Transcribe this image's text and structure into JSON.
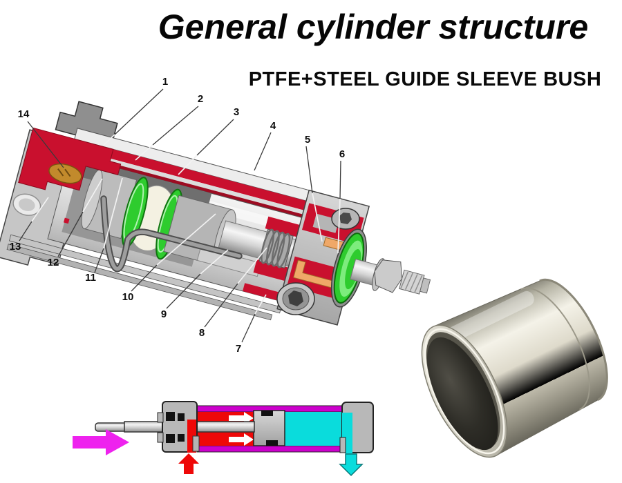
{
  "header": {
    "title": "General cylinder structure",
    "subtitle": "PTFE+STEEL GUIDE SLEEVE BUSH"
  },
  "cutaway": {
    "callouts": [
      {
        "label": "1"
      },
      {
        "label": "2"
      },
      {
        "label": "3"
      },
      {
        "label": "4"
      },
      {
        "label": "5"
      },
      {
        "label": "6"
      },
      {
        "label": "7"
      },
      {
        "label": "8"
      },
      {
        "label": "9"
      },
      {
        "label": "10"
      },
      {
        "label": "11"
      },
      {
        "label": "12"
      },
      {
        "label": "13"
      },
      {
        "label": "14"
      }
    ]
  },
  "colors": {
    "seal_red": "#c9102e",
    "guide_green": "#2ecc2e",
    "cushion_gold": "#c28a2c",
    "rod_seal_orange": "#efa868",
    "flow_magenta": "#ee22ee",
    "wall_magenta": "#cc00cc",
    "flow_red": "#ee0808",
    "flow_cyan": "#0adcdc",
    "steel_silver": "#dedacb"
  }
}
